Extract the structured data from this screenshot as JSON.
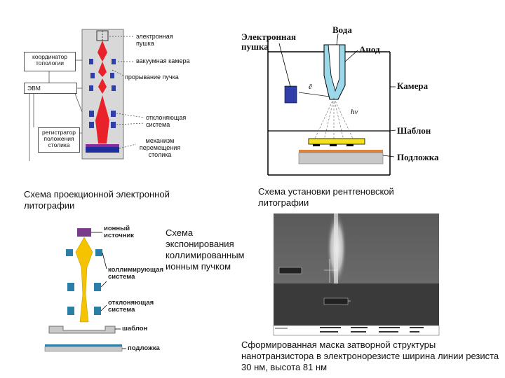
{
  "projection": {
    "labels": {
      "gun": "электронная пушка",
      "vacuum": "вакуумная камера",
      "blanking": "прорывание пучка",
      "deflection": "отклоняющая система",
      "stage_mech": "механизм перемещения столика"
    },
    "boxes": {
      "coordinator": "координатор топологии",
      "computer": "ЭВМ",
      "registrar": "регистратор положения столика"
    },
    "caption": "Схема проекционной электронной литографии"
  },
  "xray": {
    "labels": {
      "gun": "Электронная пушка",
      "water": "Вода",
      "anode": "Анод",
      "camera": "Камера",
      "template": "Шаблон",
      "substrate": "Подложка",
      "electron": "ē",
      "photon": "hν"
    },
    "caption": "Схема установки рентгеновской литографии"
  },
  "ion": {
    "labels": {
      "source": "ионный источник",
      "collimating": "коллимирующая система",
      "deflection": "отклоняющая система",
      "template": "шаблон",
      "substrate": "подложка"
    },
    "caption": "Схема экспонирования коллимированным ионным пучком"
  },
  "sem": {
    "caption": "Сформированная маска затворной структуры нанотранзистора в электронорезисте ширина линии резиста 30 нм, высота 81 нм"
  },
  "colors": {
    "beam_red": "#e8212a",
    "lens_blue": "#2f3ea8",
    "ion_beam": "#f5c400",
    "ion_source": "#7b3b8c",
    "lens_cyan": "#2a7fa8",
    "template_yellow": "#f4e21a",
    "substrate_orange": "#d9843a"
  }
}
